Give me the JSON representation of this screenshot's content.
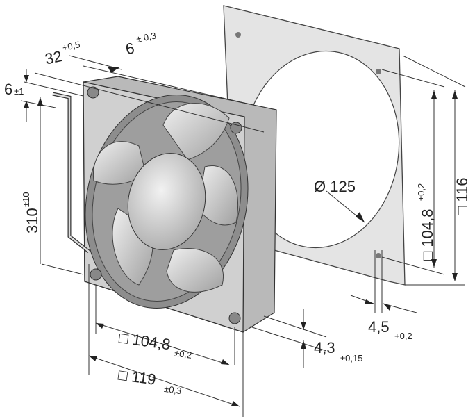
{
  "dimensions": {
    "cable_offset": {
      "value": "32",
      "tol": "+0,5"
    },
    "frame_depth": {
      "value": "6",
      "tol": "± 0,3"
    },
    "cable_strip": {
      "value": "6",
      "tol": "±1"
    },
    "cable_length": {
      "value": "310",
      "tol": "±10"
    },
    "gasket_opening": {
      "value": "Ø 125"
    },
    "gasket_hole_spacing": {
      "value": "□ 104,8",
      "tol": "±0,2"
    },
    "gasket_size": {
      "value": "□ 116"
    },
    "gasket_hole_dia": {
      "value": "4,5",
      "tol": "+0,2"
    },
    "fan_hole_dia": {
      "value": "4,3",
      "tol": "±0,15"
    },
    "fan_hole_spacing": {
      "value": "□ 104,8",
      "tol": "±0,2"
    },
    "fan_size": {
      "value": "□ 119",
      "tol": "±0,3"
    }
  },
  "colors": {
    "body": "#c8c8c8",
    "gasket": "#e2e2e2",
    "line": "#333333"
  }
}
